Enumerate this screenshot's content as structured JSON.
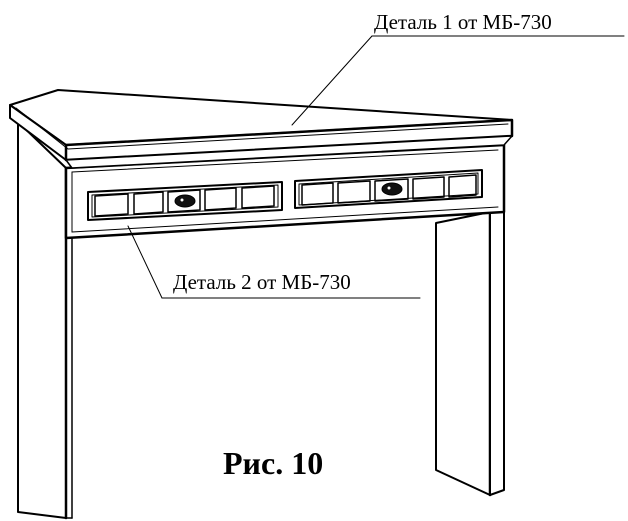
{
  "callouts": {
    "part_1": "Деталь 1 от МБ-730",
    "part_2": "Деталь 2 от МБ-730"
  },
  "figure_caption": "Рис. 10",
  "colors": {
    "ink": "#000000",
    "paper": "#ffffff",
    "handle": "#111111"
  }
}
